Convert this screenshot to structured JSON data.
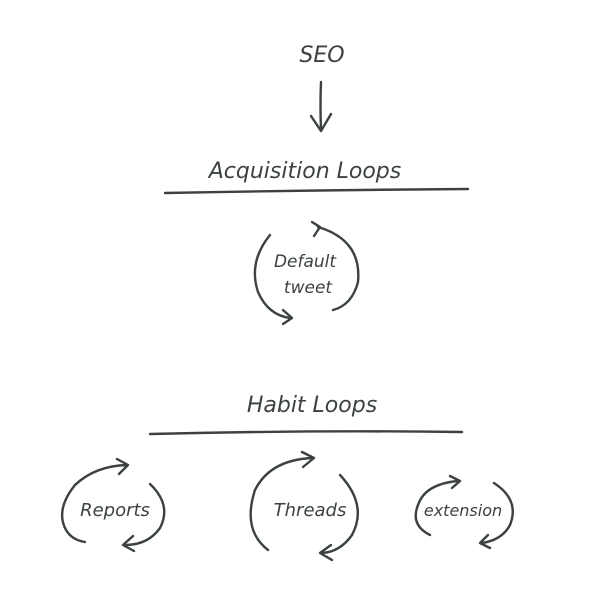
{
  "top": {
    "label": "SEO"
  },
  "acquisition": {
    "heading": "Acquisition Loops",
    "loops": [
      {
        "line1": "Default",
        "line2": "tweet"
      }
    ]
  },
  "habit": {
    "heading": "Habit Loops",
    "loops": [
      {
        "label": "Reports"
      },
      {
        "label": "Threads"
      },
      {
        "label": "extension"
      }
    ]
  },
  "colors": {
    "ink": "#3b4241",
    "background": "#ffffff"
  }
}
